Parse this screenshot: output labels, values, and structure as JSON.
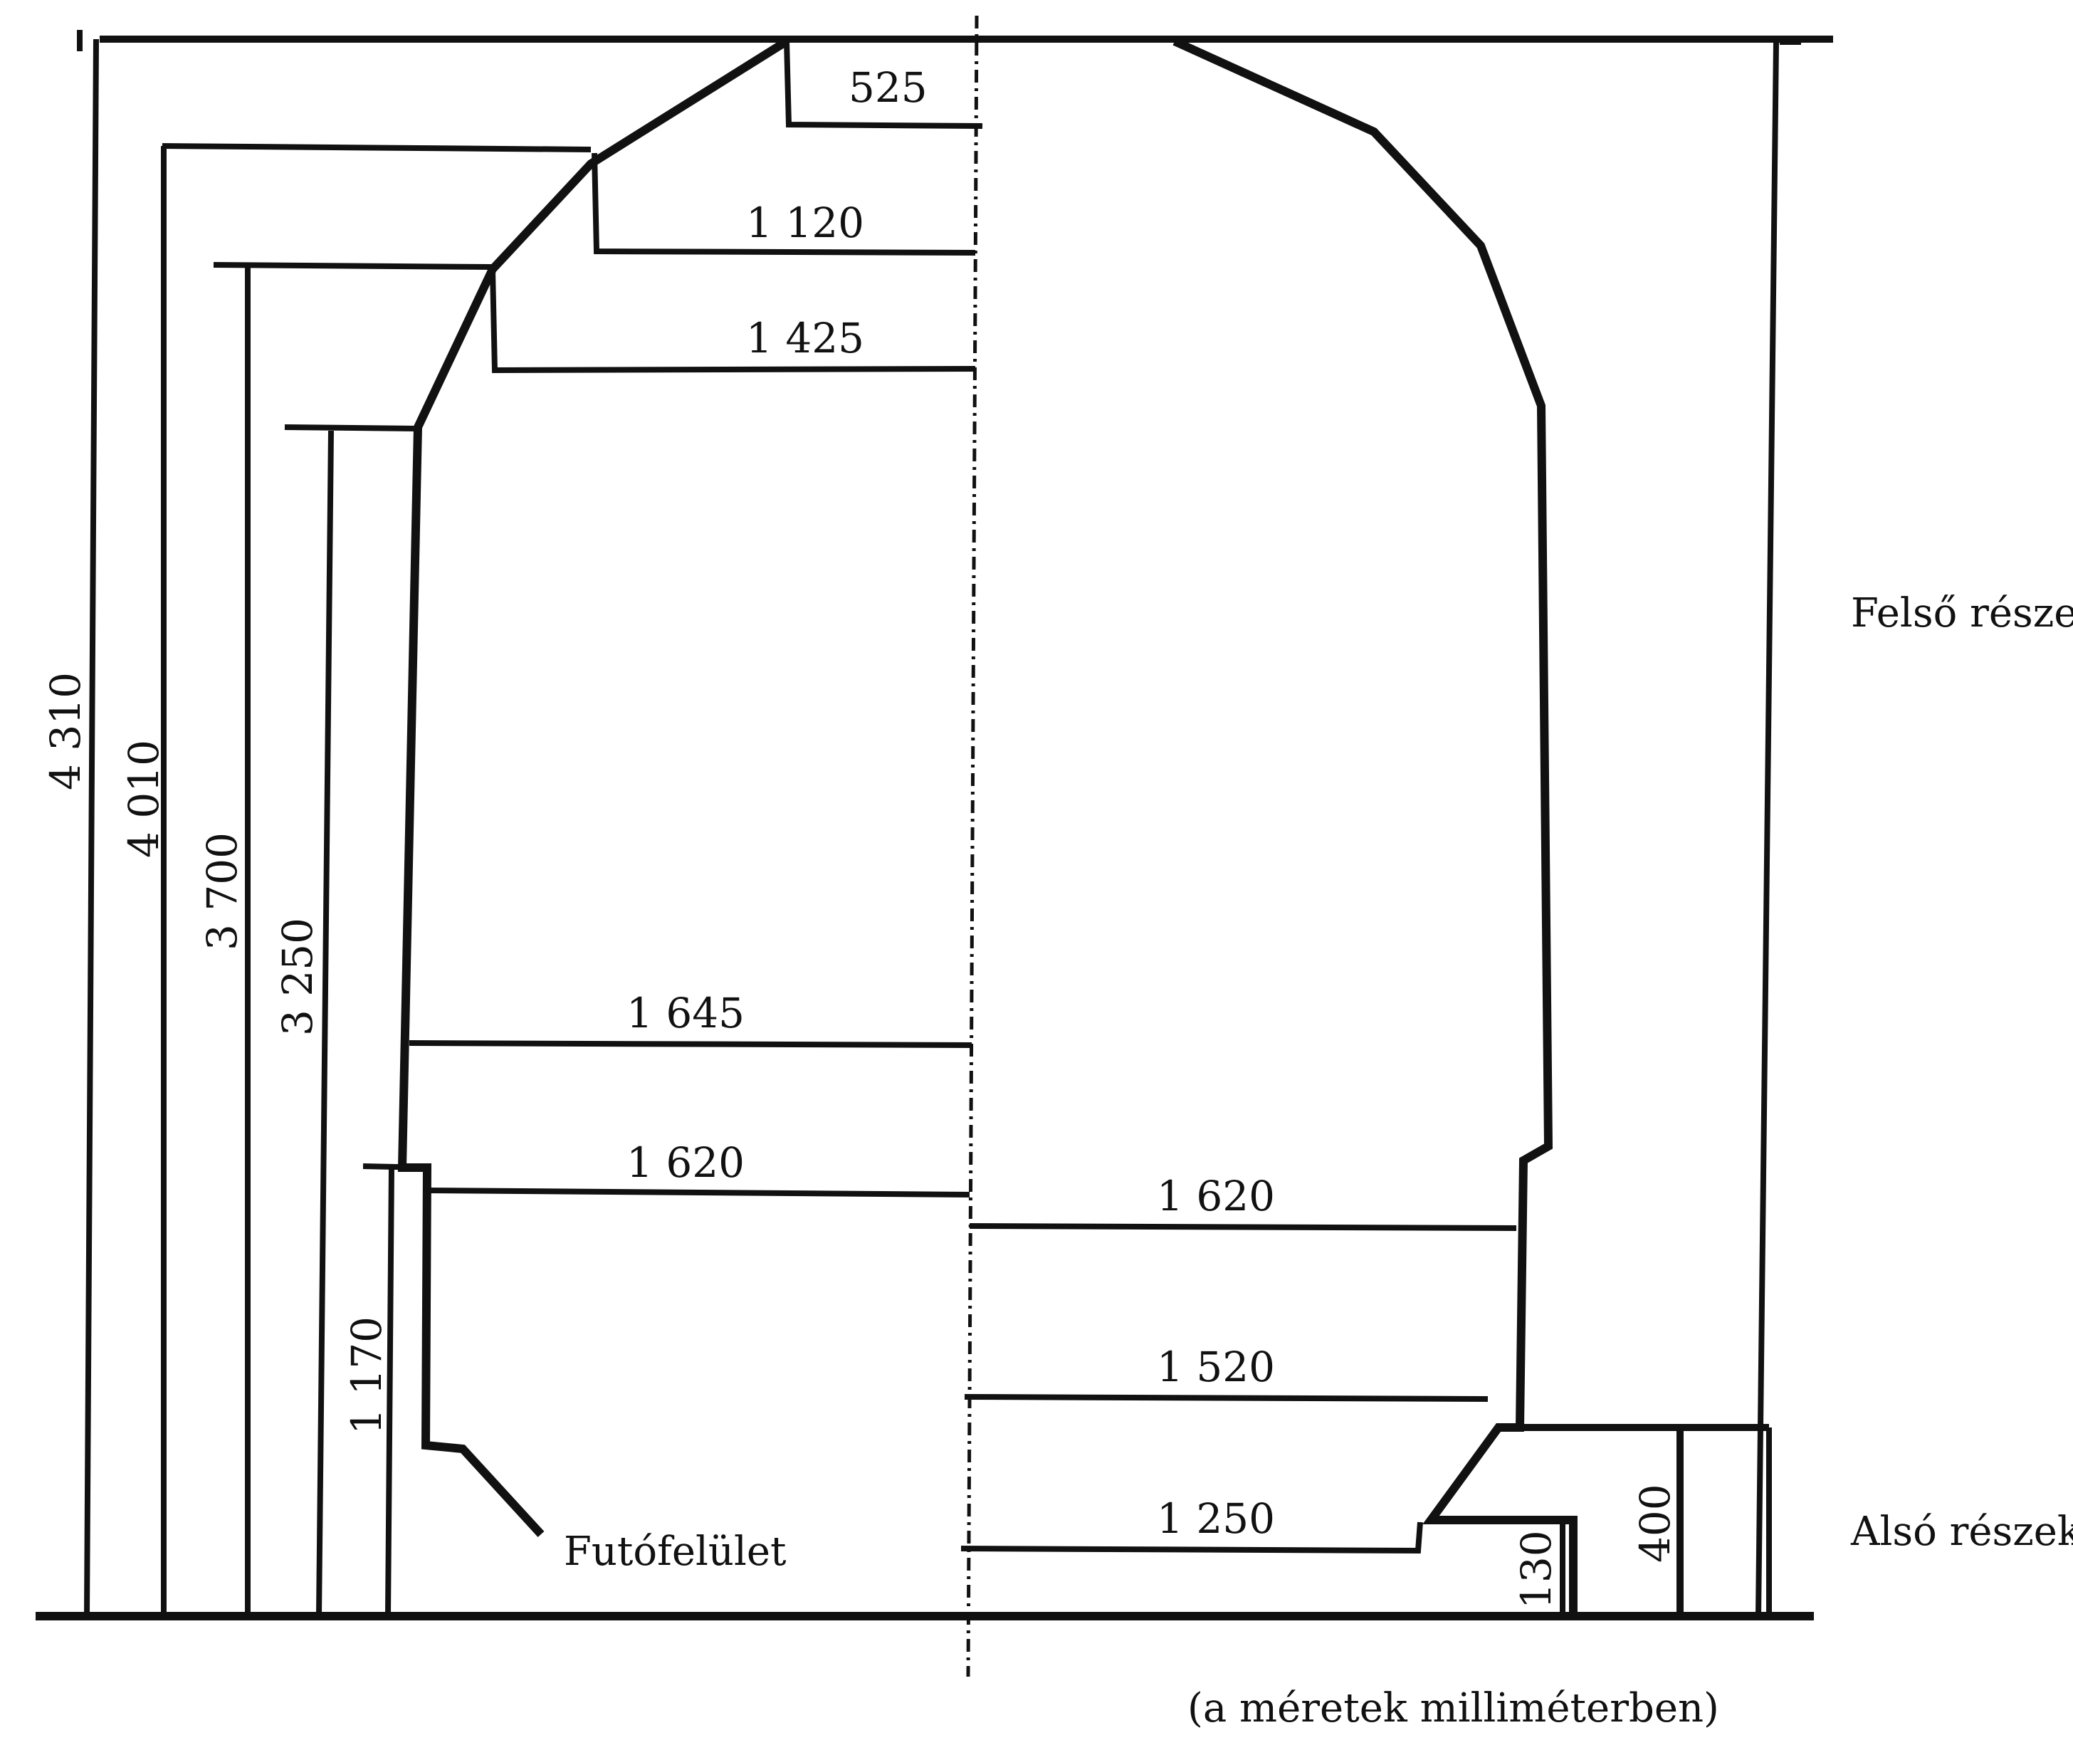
{
  "diagram": {
    "dimensions_mm": {
      "left_heights": [
        "4 310",
        "4 010",
        "3 700",
        "3 250",
        "1 170"
      ],
      "left_widths": [
        "525",
        "1 120",
        "1 425",
        "1 645",
        "1 620"
      ],
      "right_widths": [
        "1 620",
        "1 520",
        "1 250"
      ],
      "right_heights": [
        "130",
        "400"
      ]
    },
    "labels": {
      "upper_parts": "Felső részek",
      "lower_parts": "Alsó részek",
      "running_surface": "Futófelület",
      "units_note": "(a méretek milliméterben)"
    },
    "colors": {
      "line": "#111111",
      "background": "#ffffff"
    }
  }
}
